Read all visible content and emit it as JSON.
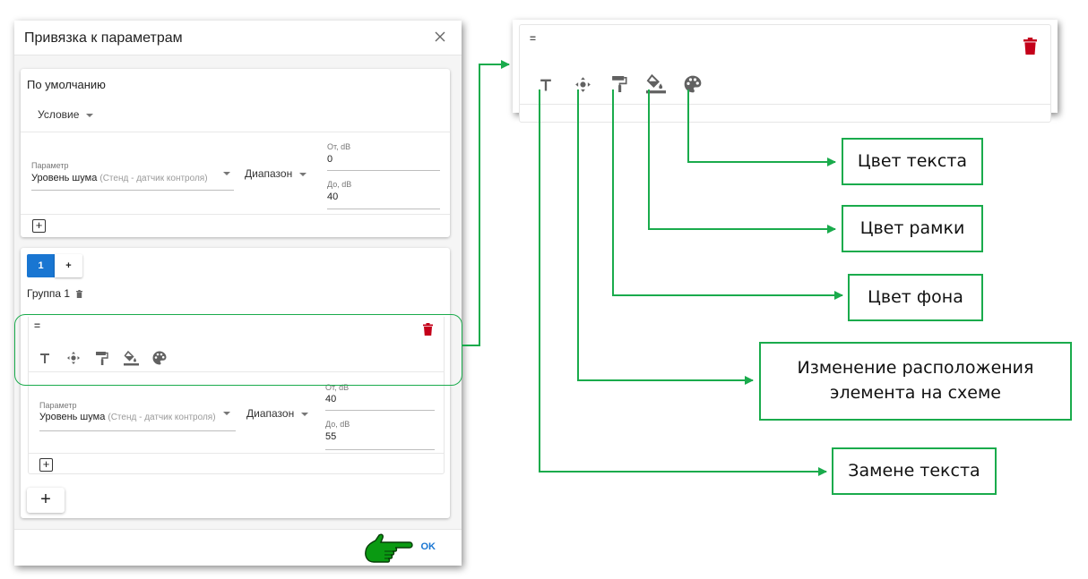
{
  "dialog": {
    "title": "Привязка к параметрам",
    "close_icon": "close-icon",
    "default_section": {
      "label": "По умолчанию",
      "condition_select": "Условие",
      "parameter": {
        "label": "Параметр",
        "value": "Уровень шума",
        "source": "(Стенд - датчик контроля)"
      },
      "range_select": "Диапазон",
      "from": {
        "label": "От, dB",
        "value": "0"
      },
      "to": {
        "label": "До, dB",
        "value": "40"
      },
      "add_label": "+"
    },
    "groups": {
      "tabs": [
        {
          "label": "1",
          "active": true
        },
        {
          "label": "+",
          "active": false
        }
      ],
      "group_title": "Группа 1",
      "element": {
        "drag_handle": "=",
        "tools": [
          {
            "icon": "text-icon",
            "name": "replace-text"
          },
          {
            "icon": "move-icon",
            "name": "move-element"
          },
          {
            "icon": "paint-roller-icon",
            "name": "background-color"
          },
          {
            "icon": "fill-bucket-icon",
            "name": "border-color"
          },
          {
            "icon": "palette-icon",
            "name": "text-color"
          }
        ],
        "parameter": {
          "label": "Параметр",
          "value": "Уровень шума",
          "source": "(Стенд - датчик контроля)"
        },
        "range_select": "Диапазон",
        "from": {
          "label": "От, dB",
          "value": "40"
        },
        "to": {
          "label": "До, dB",
          "value": "55"
        },
        "add_label": "+"
      },
      "add_element_label": "+"
    },
    "footer": {
      "ok_label": "OK"
    }
  },
  "zoom_panel": {
    "drag_handle": "="
  },
  "annotations": [
    {
      "id": "text-color",
      "label": "Цвет текста"
    },
    {
      "id": "border-color",
      "label": "Цвет рамки"
    },
    {
      "id": "background-color",
      "label": "Цвет фона"
    },
    {
      "id": "move-element",
      "label": "Изменение расположения элемента на схеме"
    },
    {
      "id": "replace-text",
      "label": "Замене текста"
    }
  ],
  "colors": {
    "accent": "#1976d2",
    "annotation_green": "#1aab4c",
    "delete_red": "#c4001a",
    "icon_gray": "#616161",
    "pointer_hand": "#0a9a12"
  }
}
